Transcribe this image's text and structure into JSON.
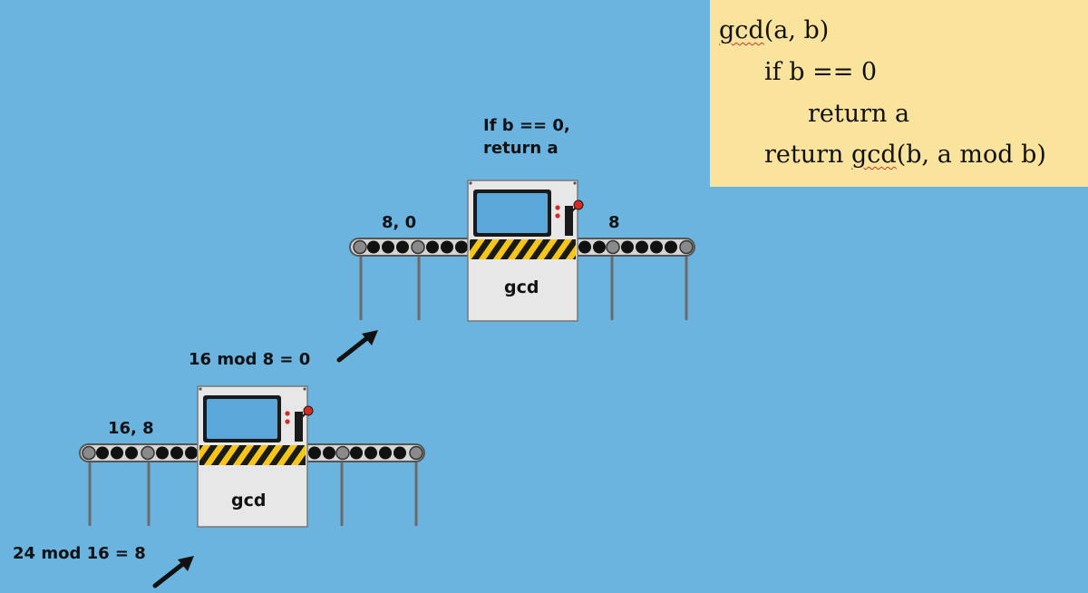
{
  "code": {
    "line1_fn": "gcd",
    "line1_rest": "(a, b)",
    "line2": "if b == 0",
    "line3": "return a",
    "line4_pre": "return ",
    "line4_fn": "gcd",
    "line4_rest": "(b, a mod b)"
  },
  "machines": [
    {
      "label": "gcd",
      "input_label": "16, 8",
      "above_label": "16 mod 8 = 0",
      "below_label": "24 mod 16 = 8"
    },
    {
      "label": "gcd",
      "input_label": "8, 0",
      "output_label": "8",
      "above_line1": "If b == 0,",
      "above_line2": "return a"
    }
  ],
  "colors": {
    "background": "#6cb4e0",
    "code_box": "#fae39d",
    "machine_body": "#e7e7e7",
    "screen": "#5aa7d9",
    "hazard_yellow": "#f5c518",
    "indicator_red": "#d42a20"
  }
}
